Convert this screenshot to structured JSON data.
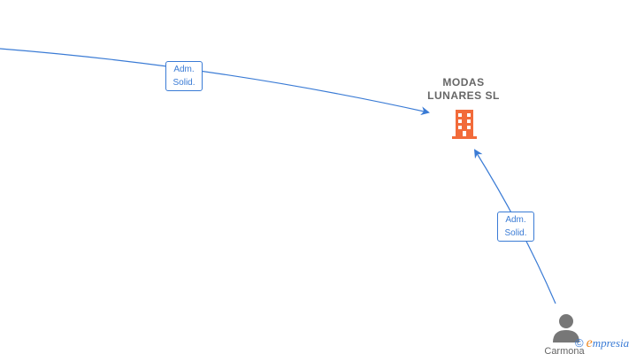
{
  "colors": {
    "edge": "#3a7bd5",
    "company_icon": "#f26b3a",
    "person_icon": "#777777",
    "text": "#666666",
    "watermark_e": "#f08a24"
  },
  "company": {
    "name_line1": "MODAS",
    "name_line2": "LUNARES  SL",
    "icon": "building-icon"
  },
  "persons": [
    {
      "name": "Carmona",
      "icon": "person-icon"
    }
  ],
  "relations": [
    {
      "label_line1": "Adm.",
      "label_line2": "Solid.",
      "from": "off-canvas-left",
      "to": "company"
    },
    {
      "label_line1": "Adm.",
      "label_line2": "Solid.",
      "from": "persons.0",
      "to": "company"
    }
  ],
  "watermark": {
    "copyright": "©",
    "brand_first": "e",
    "brand_rest": "mpresia"
  }
}
